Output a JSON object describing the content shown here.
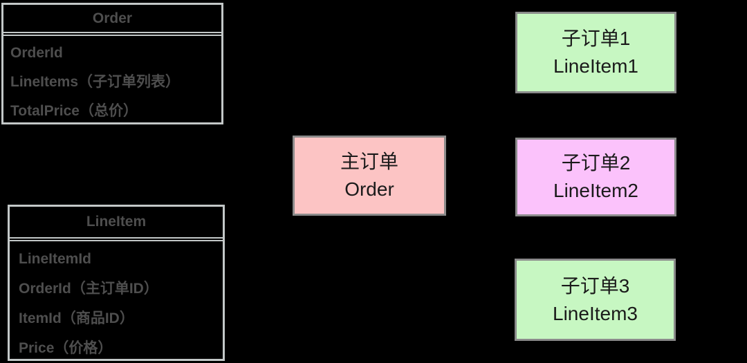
{
  "colors": {
    "background": "#000000",
    "table_border": "#c3c8c8",
    "table_text": "#4e4e4e",
    "node_border": "#8b8b8b",
    "node_text": "#1a1a1a",
    "arrow": "#000000"
  },
  "tables": {
    "order": {
      "title": "Order",
      "rows": [
        "OrderId",
        "LineItems（子订单列表）",
        "TotalPrice（总价）"
      ]
    },
    "lineitem": {
      "title": "LineItem",
      "rows": [
        "LineItemId",
        "OrderId（主订单ID）",
        "ItemId（商品ID）",
        "Price（价格）"
      ]
    }
  },
  "nodes": {
    "main_order": {
      "line1": "主订单",
      "line2": "Order",
      "fill": "#fcc4c4"
    },
    "sub1": {
      "line1": "子订单1",
      "line2": "LineItem1",
      "fill": "#c7f7c2"
    },
    "sub2": {
      "line1": "子订单2",
      "line2": "LineItem2",
      "fill": "#fbc2fb"
    },
    "sub3": {
      "line1": "子订单3",
      "line2": "LineItem3",
      "fill": "#c7f7c2"
    }
  }
}
